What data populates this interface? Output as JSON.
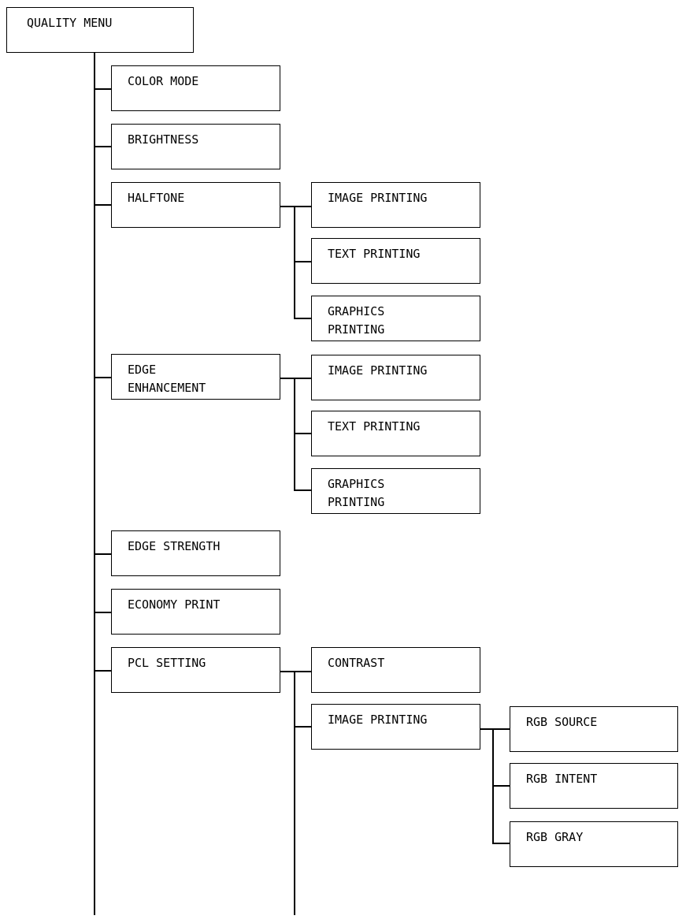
{
  "menu": {
    "root": "QUALITY MENU",
    "level1": [
      "COLOR MODE",
      "BRIGHTNESS",
      "HALFTONE",
      "EDGE ENHANCEMENT",
      "EDGE STRENGTH",
      "ECONOMY PRINT",
      "PCL SETTING"
    ],
    "halftone": [
      "IMAGE PRINTING",
      "TEXT PRINTING",
      "GRAPHICS PRINTING"
    ],
    "edge_enhancement": [
      "IMAGE PRINTING",
      "TEXT PRINTING",
      "GRAPHICS PRINTING"
    ],
    "pcl_setting": [
      "CONTRAST",
      "IMAGE PRINTING"
    ],
    "pcl_image_printing": [
      "RGB SOURCE",
      "RGB INTENT",
      "RGB GRAY"
    ]
  }
}
